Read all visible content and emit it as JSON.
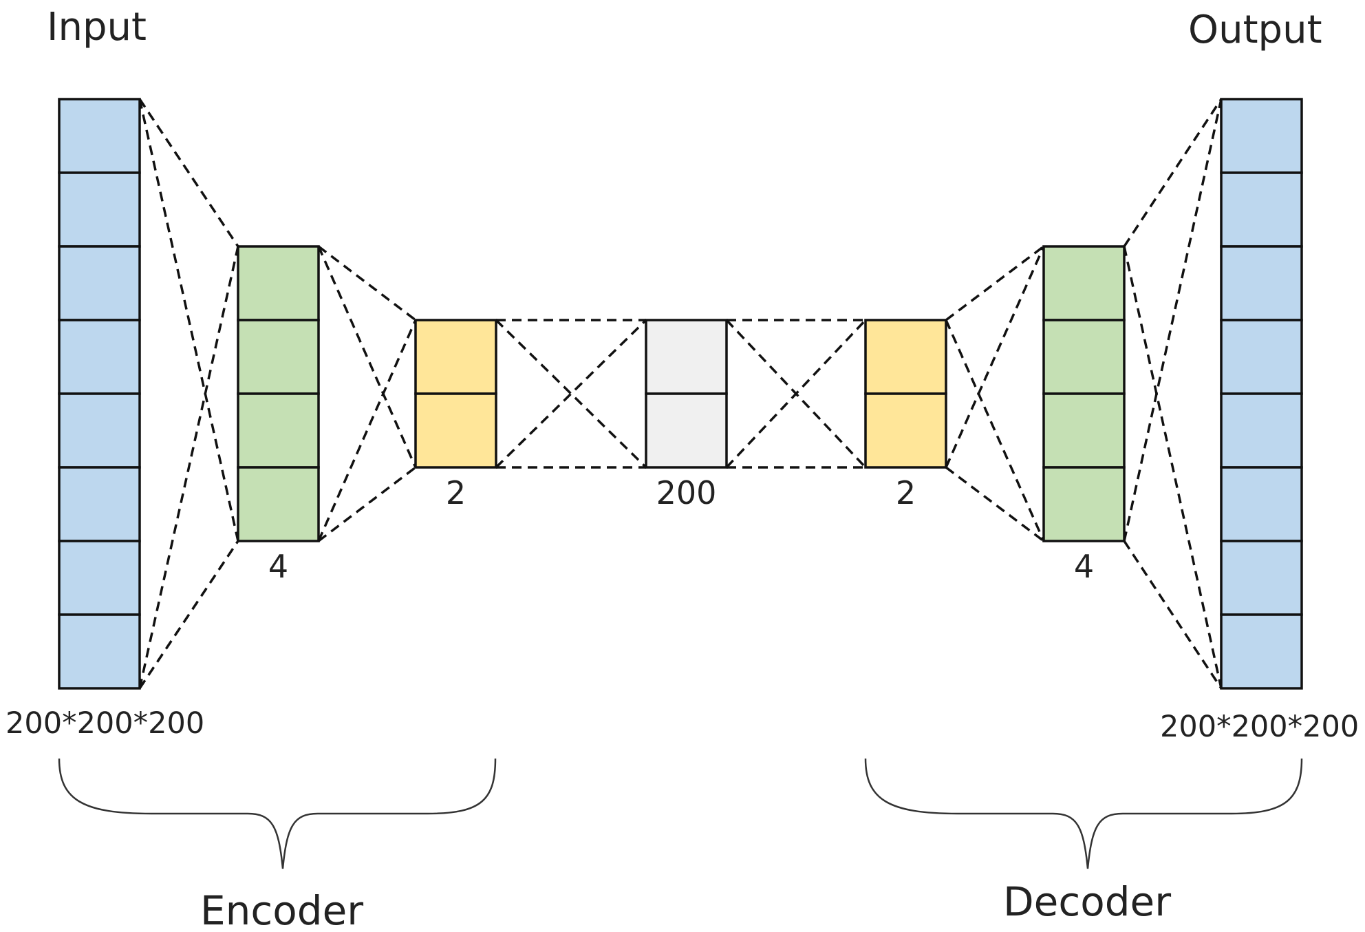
{
  "labels": {
    "input_title": "Input",
    "output_title": "Output",
    "input_dims": "200*200*200",
    "output_dims": "200*200*200",
    "encoder": "Encoder",
    "decoder": "Decoder"
  },
  "layers": [
    {
      "id": "input",
      "role": "input",
      "cells": 8,
      "color": "#bdd7ee",
      "size_label": ""
    },
    {
      "id": "enc-hidden",
      "role": "hidden",
      "cells": 4,
      "color": "#c5e0b4",
      "size_label": "4"
    },
    {
      "id": "enc-code",
      "role": "code",
      "cells": 2,
      "color": "#ffe699",
      "size_label": "2"
    },
    {
      "id": "latent",
      "role": "latent",
      "cells": 2,
      "color": "#f0f0f0",
      "size_label": "200"
    },
    {
      "id": "dec-code",
      "role": "code",
      "cells": 2,
      "color": "#ffe699",
      "size_label": "2"
    },
    {
      "id": "dec-hidden",
      "role": "hidden",
      "cells": 4,
      "color": "#c5e0b4",
      "size_label": "4"
    },
    {
      "id": "output",
      "role": "output",
      "cells": 8,
      "color": "#bdd7ee",
      "size_label": ""
    }
  ],
  "connections": [
    {
      "from": "input",
      "to": "enc-hidden"
    },
    {
      "from": "enc-hidden",
      "to": "enc-code"
    },
    {
      "from": "enc-code",
      "to": "latent"
    },
    {
      "from": "latent",
      "to": "dec-code"
    },
    {
      "from": "dec-code",
      "to": "dec-hidden"
    },
    {
      "from": "dec-hidden",
      "to": "output"
    }
  ]
}
